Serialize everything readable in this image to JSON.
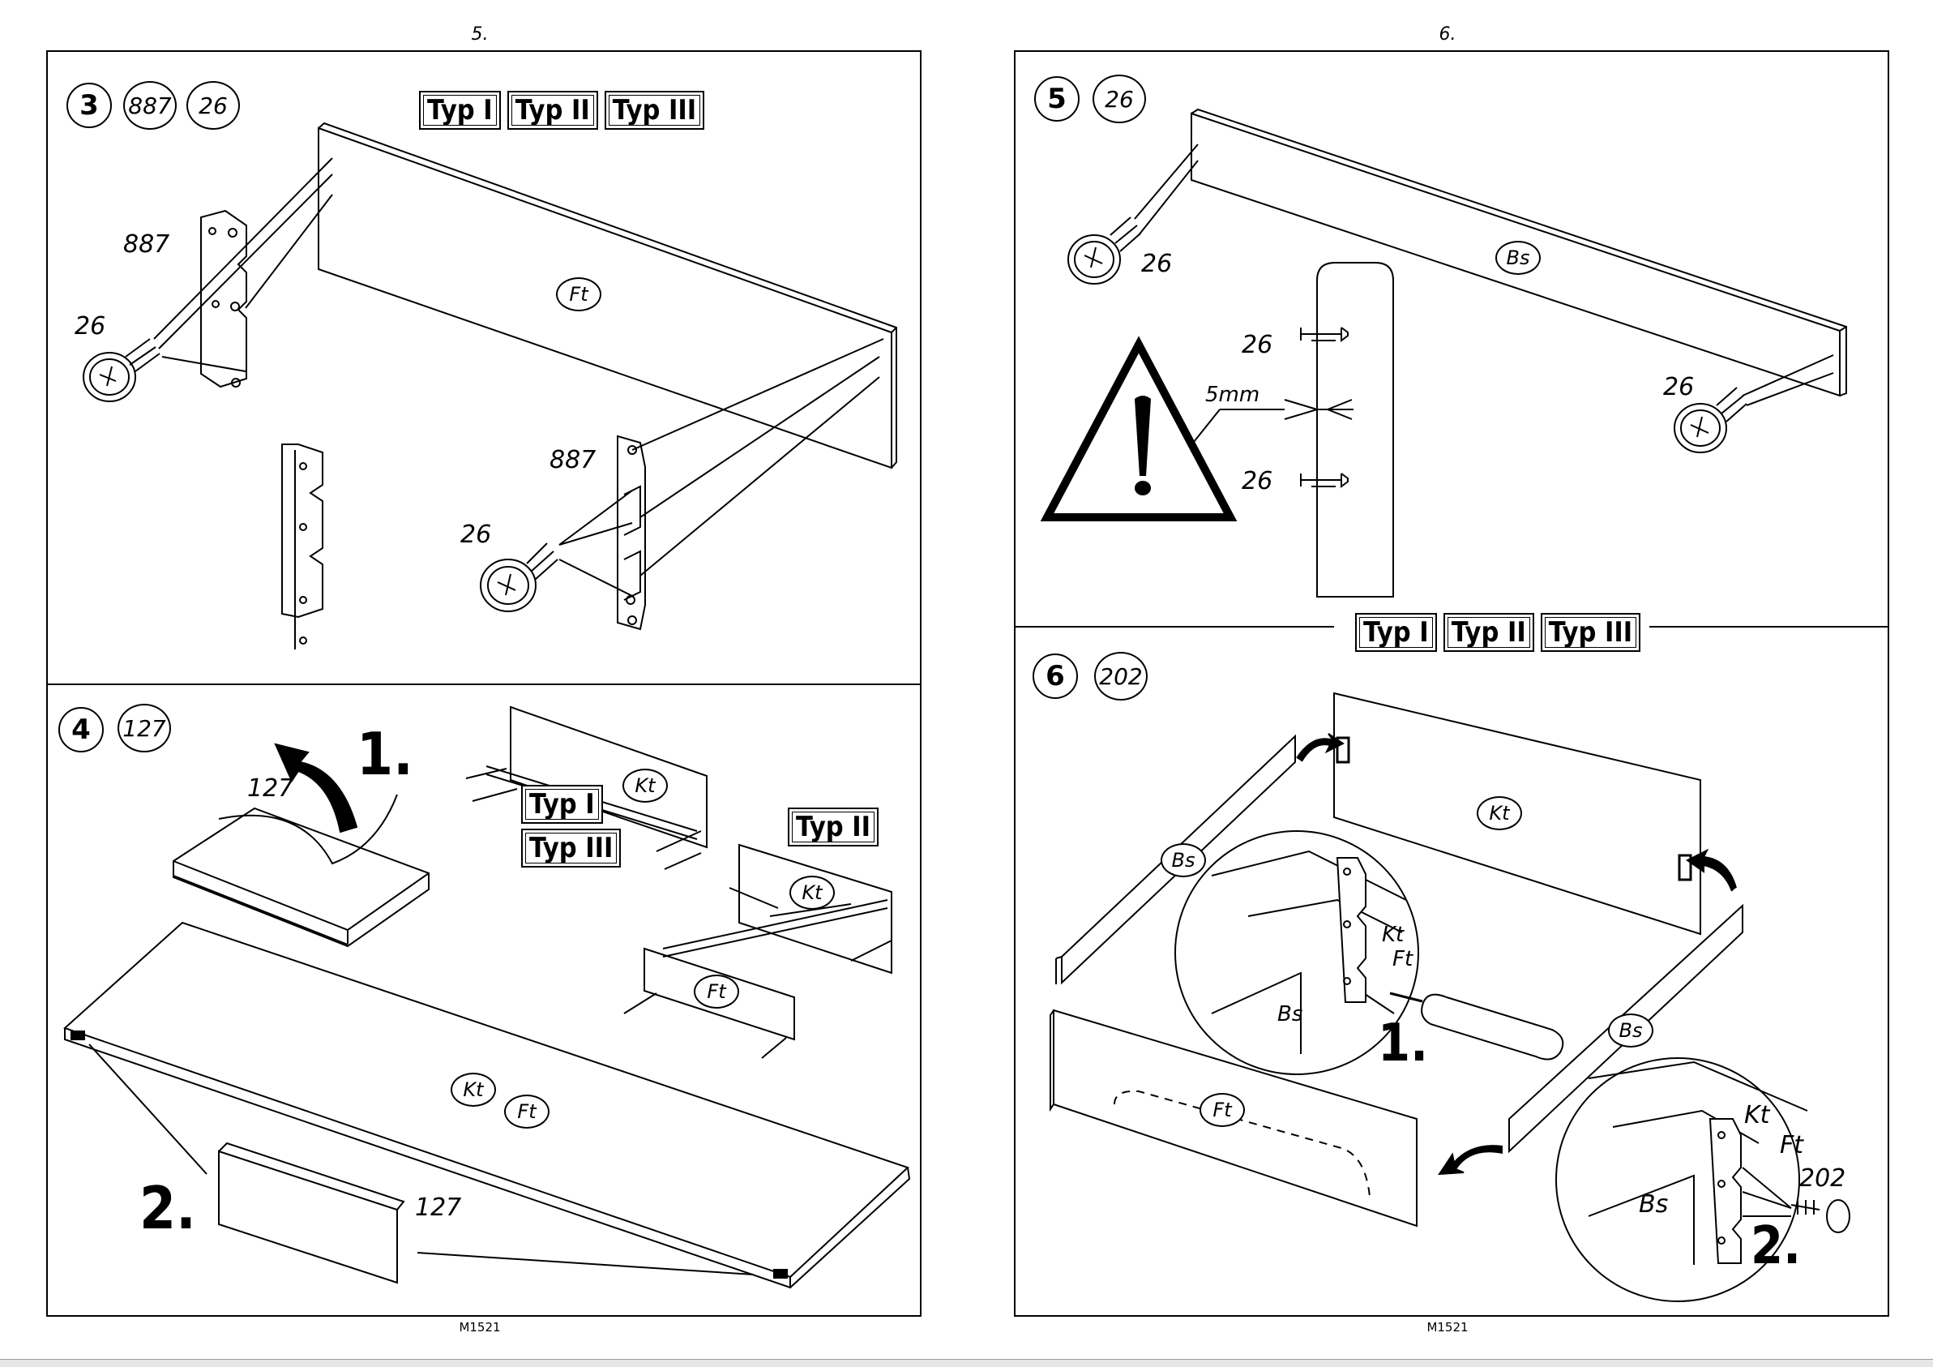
{
  "pages": [
    {
      "number": "5.",
      "footer": "M1521"
    },
    {
      "number": "6.",
      "footer": "M1521"
    }
  ],
  "step3": {
    "step": "3",
    "parts": [
      "887",
      "26"
    ],
    "types": [
      "Typ I",
      "Typ II",
      "Typ III"
    ],
    "panel_label": "Ft",
    "label_887_a": "887",
    "label_26_a": "26",
    "label_887_b": "887",
    "label_26_b": "26"
  },
  "step4": {
    "step": "4",
    "parts": [
      "127"
    ],
    "label_127_a": "127",
    "label_127_b": "127",
    "big1": "1.",
    "big2": "2.",
    "kt_a": "Kt",
    "kt_b": "Kt",
    "kt_c": "Kt",
    "ft_a": "Ft",
    "ft_b": "Ft",
    "typ_i": "Typ I",
    "typ_iii": "Typ III",
    "typ_ii": "Typ II"
  },
  "step5": {
    "step": "5",
    "parts": [
      "26"
    ],
    "bs": "Bs",
    "label_26_a": "26",
    "label_26_b": "26",
    "label_26_c": "26",
    "label_26_d": "26",
    "gap": "5mm"
  },
  "step6": {
    "step": "6",
    "parts": [
      "202"
    ],
    "types": [
      "Typ I",
      "Typ II",
      "Typ III"
    ],
    "kt_a": "Kt",
    "bs_a": "Bs",
    "bs_b": "Bs",
    "ft_a": "Ft",
    "kt_d1": "Kt",
    "ft_d1": "Ft",
    "bs_d1": "Bs",
    "big1": "1.",
    "kt_d2": "Kt",
    "ft_d2": "Ft",
    "bs_d2": "Bs",
    "label_202": "202",
    "big2": "2."
  }
}
